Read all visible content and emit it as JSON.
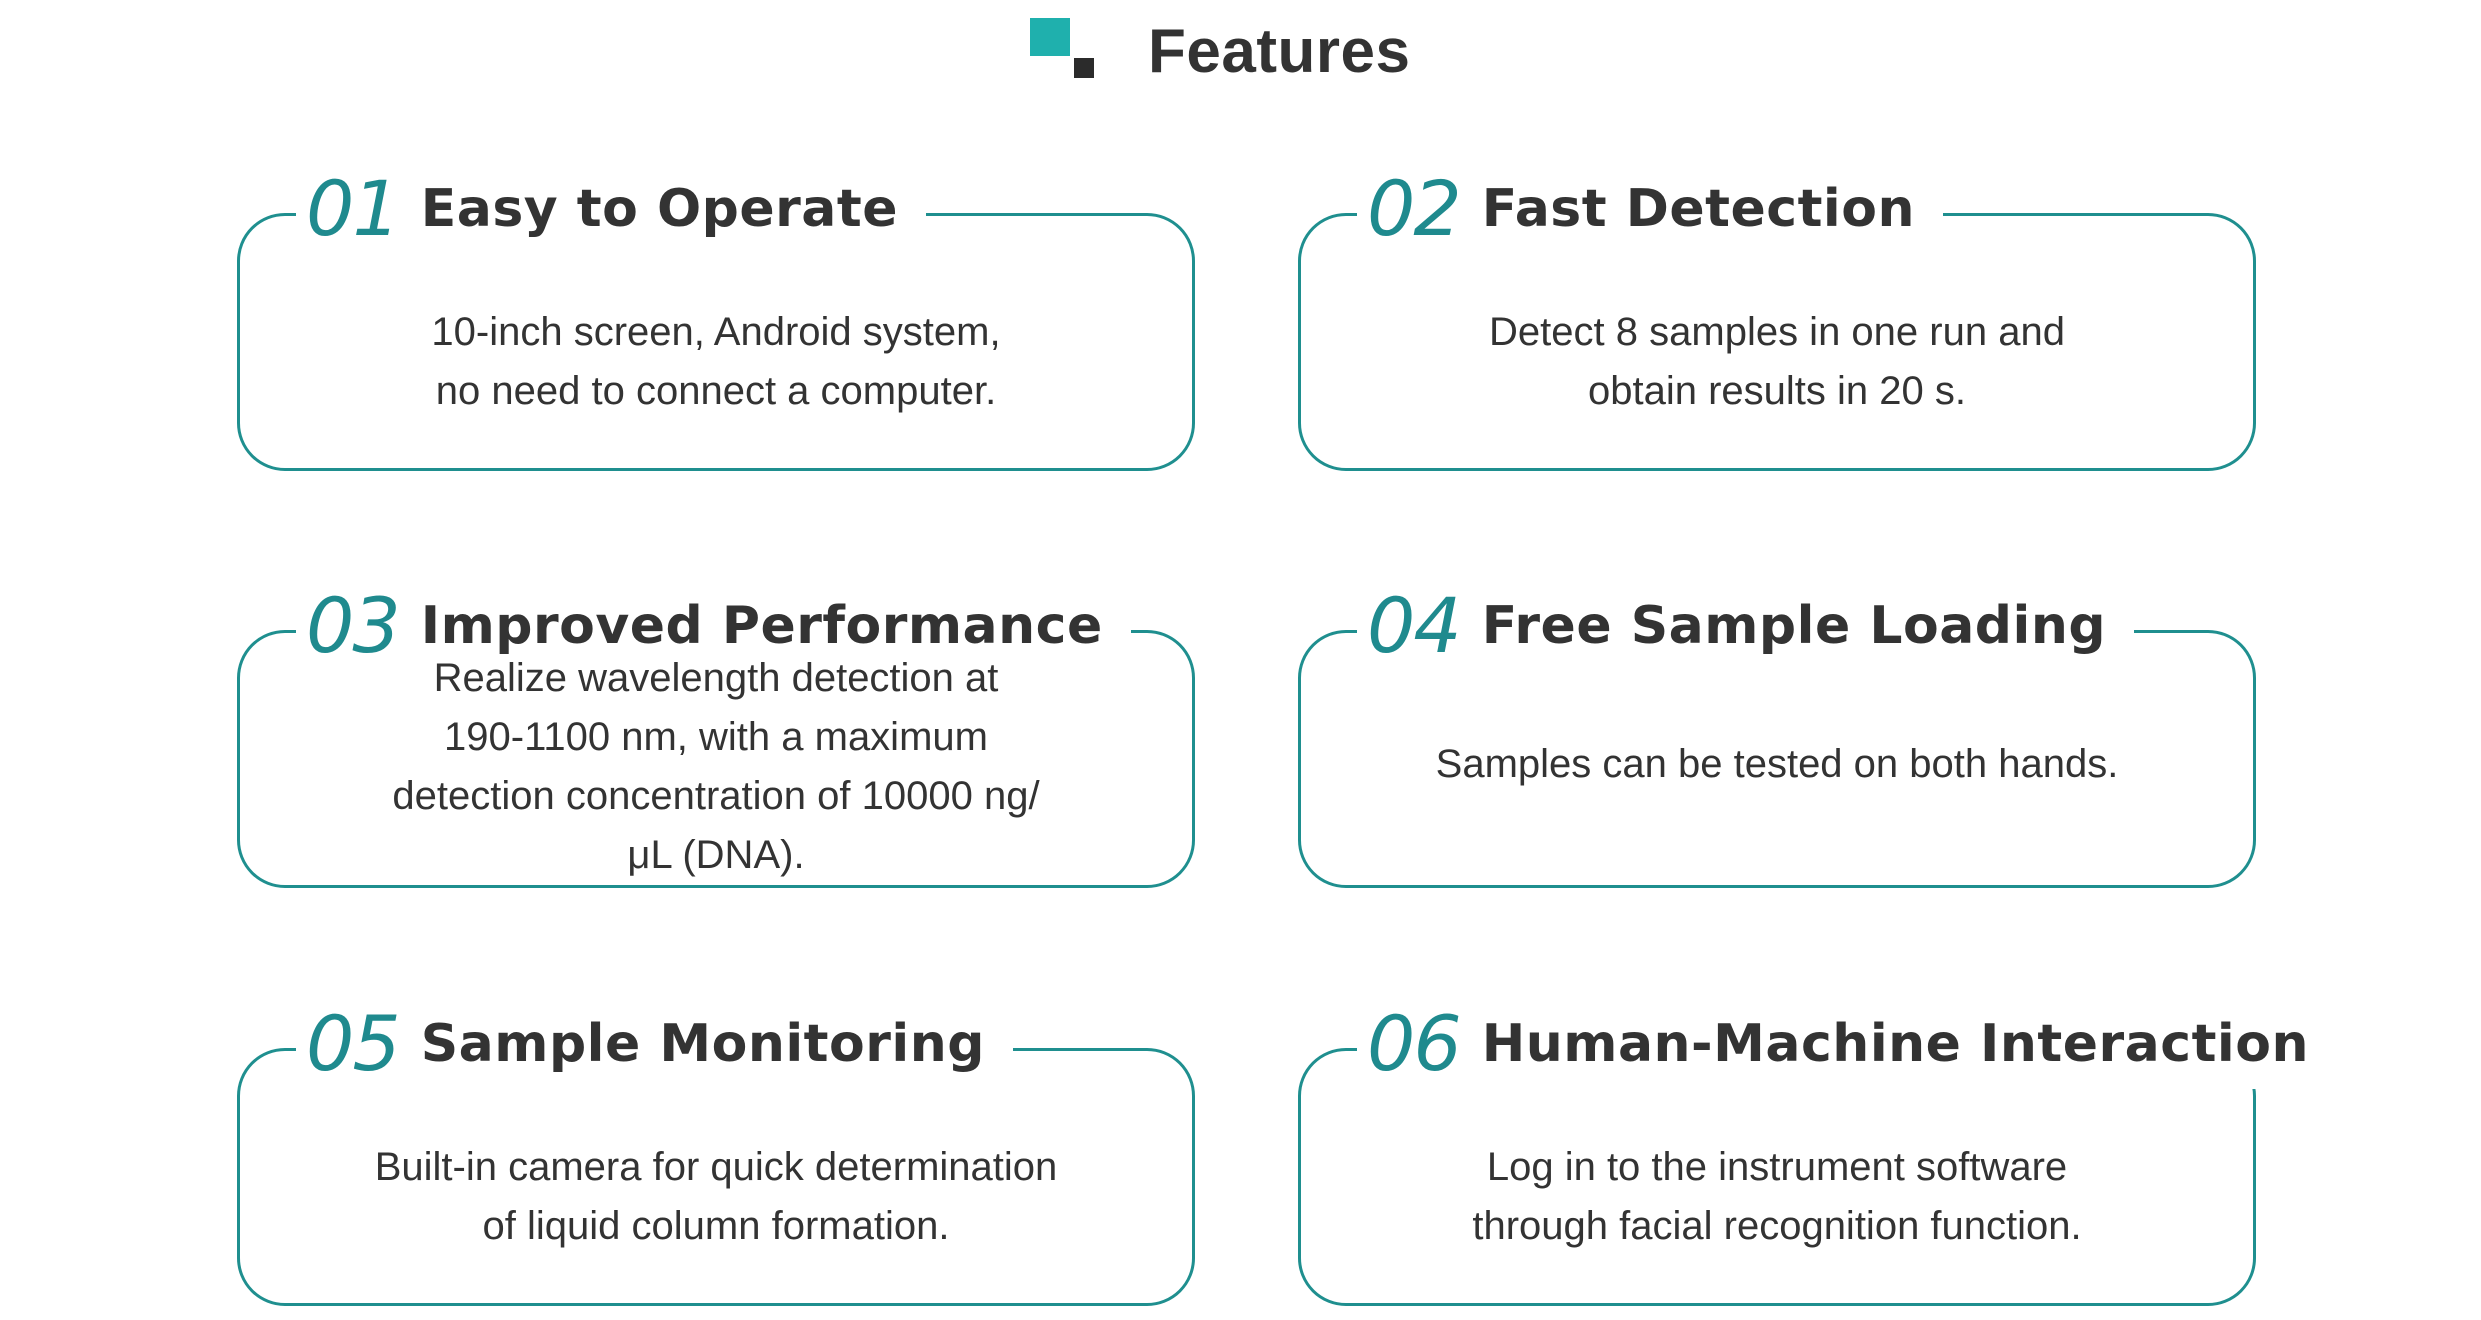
{
  "header": {
    "title": "Features",
    "logo_colors": {
      "primary": "#1fb0ad",
      "secondary": "#2b2b2b"
    }
  },
  "accent_color": "#1f8f8f",
  "features": [
    {
      "number": "01",
      "title": "Easy to Operate",
      "description": "10-inch screen, Android system, no need to connect a computer."
    },
    {
      "number": "02",
      "title": "Fast Detection",
      "description": "Detect 8 samples in one run and obtain results in 20 s."
    },
    {
      "number": "03",
      "title": "Improved Performance",
      "description": "Realize wavelength detection at 190-1100 nm, with a maximum detection concentration of 10000 ng/μL (DNA)."
    },
    {
      "number": "04",
      "title": "Free Sample Loading",
      "description": "Samples can be tested on both hands."
    },
    {
      "number": "05",
      "title": "Sample Monitoring",
      "description": "Built-in camera for quick determination of liquid column formation."
    },
    {
      "number": "06",
      "title": "Human-Machine Interaction",
      "description": "Log in to the instrument software through facial recognition function."
    }
  ]
}
